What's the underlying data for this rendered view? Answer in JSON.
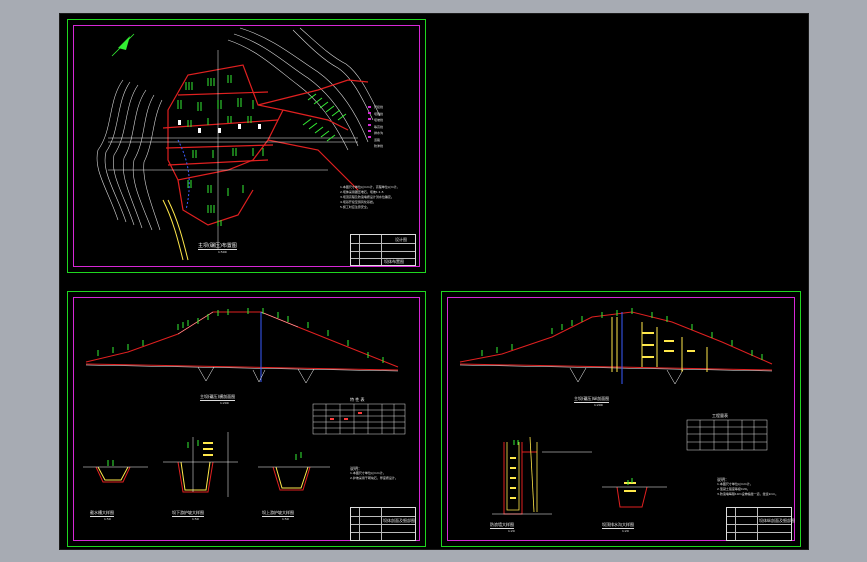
{
  "sheets": {
    "plan": {
      "title": "主坝(碾压)布置图",
      "scale": "1:500",
      "notes": [
        "1.本图尺寸单位以mm计，高程单位以m计。",
        "2.坝体采用碾压堆石，坝坡1:1.5",
        "3.坝顶高程及防浪墙按设计洪水位确定。",
        "4.坝基开挖至弱风化基岩。",
        "5.施工时应注意安全。"
      ],
      "legend": [
        "开挖线",
        "坝轴线",
        "坝坡线",
        "等高线",
        "排水沟",
        "道路",
        "防渗线"
      ],
      "title_block": {
        "name": "坝体布置图",
        "drawing_no": "设计图"
      }
    },
    "section1": {
      "title": "主坝(碾压)横剖面图",
      "scale": "1:200",
      "table_title": "特 性 表",
      "details": [
        "截水槽大样图",
        "坝下游护坡大样图",
        "坝上游护坡大样图"
      ],
      "detail_scales": [
        "1:50",
        "1:50",
        "1:50"
      ],
      "notes_title": "说明：",
      "notes": [
        "1.本图尺寸单位以mm计。",
        "2.护坡采用干砌块石，厚度按设计。"
      ],
      "title_block": {
        "name": "坝体剖面及细部图"
      }
    },
    "section2": {
      "title": "主坝(碾压)纵剖面图",
      "scale": "1:200",
      "table_title": "工程量表",
      "details": [
        "防浪墙大样图",
        "坝顶排水沟大样图"
      ],
      "detail_scales": [
        "1:20",
        "1:20"
      ],
      "notes_title": "说明：",
      "notes": [
        "1.本图尺寸单位以mm计。",
        "2.混凝土强度等级C20。",
        "3.防浪墙每隔10m设伸缩缝一道，缝宽2cm。"
      ],
      "title_block": {
        "name": "坝体纵剖面及细部图"
      }
    }
  },
  "colors": {
    "frame": "#1fd61f",
    "border": "#d628d6",
    "contour": "#ffffff",
    "dam": "#e02020",
    "vegetation": "#33ee33",
    "accent": "#ffe84a",
    "water": "#3a5bff"
  }
}
